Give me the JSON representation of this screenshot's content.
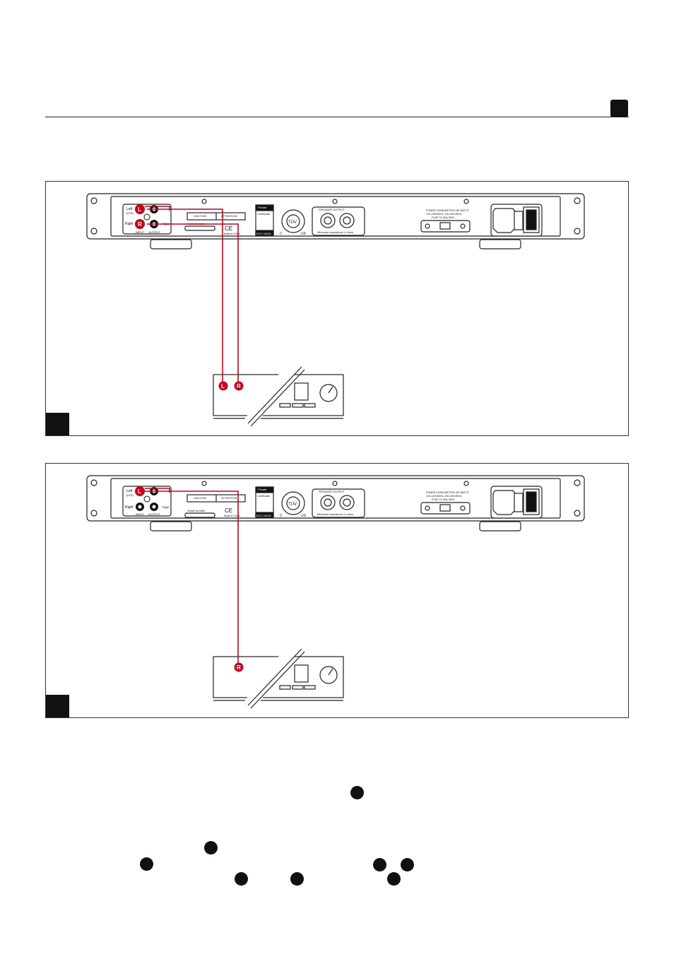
{
  "rear_panel": {
    "input_left_label": "Left",
    "input_left_sub": "(LFE)",
    "input_right_label": "Right",
    "output_right_label": "Right",
    "input_label": "INPUT",
    "output_label": "OUTPUT",
    "caution_label": "CAUTION",
    "attention_label": "ATTENTION",
    "serial_label": "Serial Number",
    "made_in_label": "Made in China",
    "certificate_line1": "Private",
    "certificate_line2": "Certificate",
    "certificate_code": "ECC 00000",
    "tuv_label": "TÜV",
    "cert_c": "C",
    "cert_us": "US",
    "speaker_output_label": "SPEAKER OUTPUT",
    "impedance_label": "Minimum impedance 4 ohms",
    "power_line1": "POWER CONSUMPTION 150 WATTS",
    "power_line2": "100-120V/60Hz, 220-240V/50Hz",
    "power_line3": "FUSE T3.15AL/250V",
    "ce_mark": "CE"
  },
  "connector_labels": {
    "left": "L",
    "right": "R"
  },
  "colors": {
    "cable": "#d0021b",
    "line": "#222222",
    "panel_fill": "#ffffff"
  }
}
